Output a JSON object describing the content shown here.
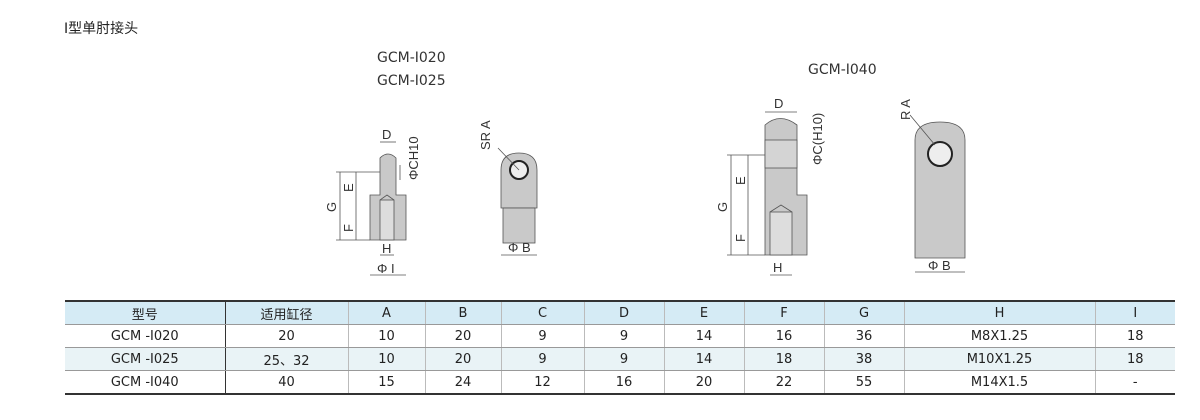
{
  "title": "I型单肘接头",
  "drawings": {
    "left_models": [
      "GCM-I020",
      "GCM-I025"
    ],
    "right_model": "GCM-I040",
    "labels_small": {
      "D": "D",
      "C": "ΦCH10",
      "E": "E",
      "F": "F",
      "G": "G",
      "H": "H",
      "I": "Φ I",
      "SRA": "SR A",
      "B": "Φ B"
    },
    "labels_large": {
      "D": "D",
      "C": "ΦC(H10)",
      "E": "E",
      "F": "F",
      "G": "G",
      "H": "H",
      "RA": "R A",
      "B": "Φ B"
    }
  },
  "table": {
    "headers": [
      "型号",
      "适用缸径",
      "A",
      "B",
      "C",
      "D",
      "E",
      "F",
      "G",
      "H",
      "I"
    ],
    "rows": [
      [
        "GCM -I020",
        "20",
        "10",
        "20",
        "9",
        "9",
        "14",
        "16",
        "36",
        "M8X1.25",
        "18"
      ],
      [
        "GCM -I025",
        "25、32",
        "10",
        "20",
        "9",
        "9",
        "14",
        "18",
        "38",
        "M10X1.25",
        "18"
      ],
      [
        "GCM -I040",
        "40",
        "15",
        "24",
        "12",
        "16",
        "20",
        "22",
        "55",
        "M14X1.5",
        "-"
      ]
    ]
  }
}
